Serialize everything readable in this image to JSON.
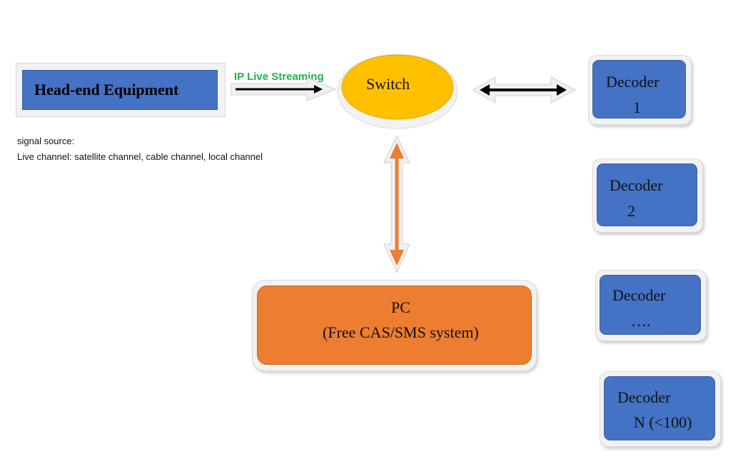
{
  "headend": {
    "label": "Head-end Equipment"
  },
  "notes": {
    "line1": "signal source:",
    "line2": "Live channel: satellite channel, cable channel, local channel"
  },
  "stream": {
    "label": "IP Live Streaming"
  },
  "switch": {
    "label": "Switch"
  },
  "pc": {
    "title": "PC",
    "subtitle": "(Free CAS/SMS system)"
  },
  "decoders": [
    {
      "title": "Decoder",
      "sub": "1"
    },
    {
      "title": "Decoder",
      "sub": "2"
    },
    {
      "title": "Decoder",
      "sub": "…."
    },
    {
      "title": "Decoder",
      "sub": "N (<100)"
    }
  ],
  "colors": {
    "blue": "#4472c4",
    "orange": "#ed7d31",
    "gold": "#ffc000",
    "green": "#22b04a"
  }
}
